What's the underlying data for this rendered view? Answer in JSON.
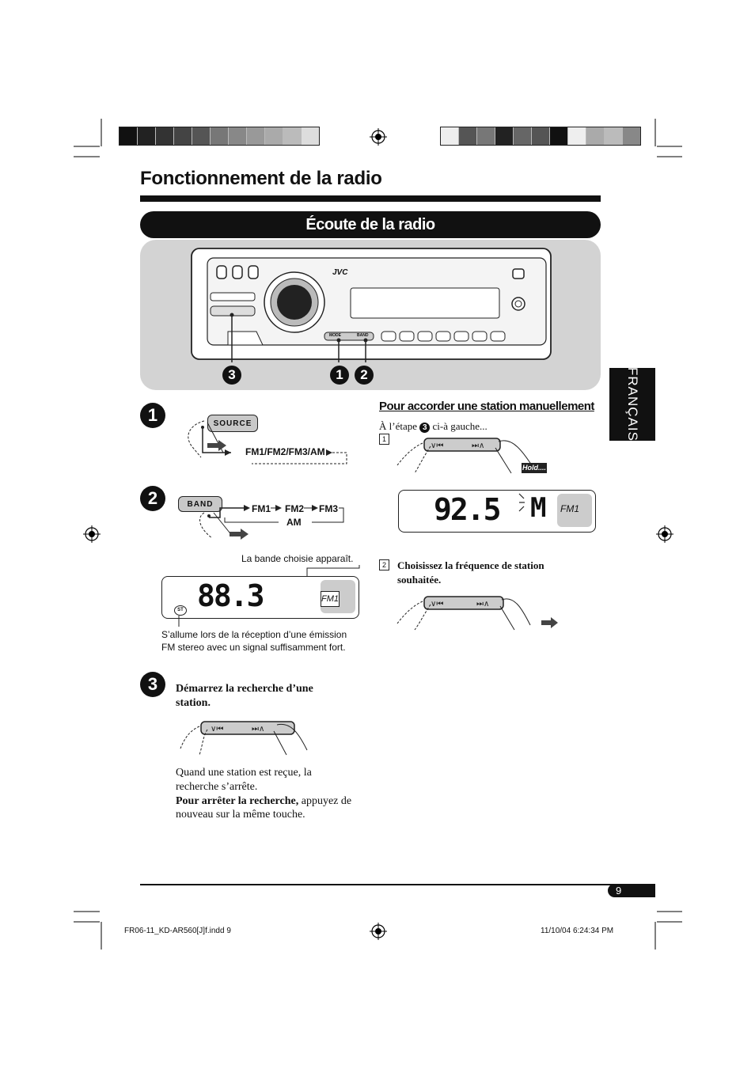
{
  "header": {
    "page_title": "Fonctionnement de la radio",
    "section_title": "Écoute de la radio",
    "language_tab": "FRANÇAIS",
    "swatches_left": [
      "#111111",
      "#222222",
      "#333333",
      "#444444",
      "#555555",
      "#777777",
      "#888888",
      "#999999",
      "#aaaaaa",
      "#bbbbbb",
      "#dddddd"
    ],
    "swatches_right": [
      "#eeeeee",
      "#555555",
      "#777777",
      "#222222",
      "#666666",
      "#555555",
      "#111111",
      "#eeeeee",
      "#aaaaaa",
      "#bbbbbb",
      "#888888"
    ]
  },
  "device": {
    "brand": "JVC",
    "mode_label": "MODE",
    "band_label": "BAND",
    "callouts": [
      "3",
      "1",
      "2"
    ]
  },
  "step1": {
    "number": "1",
    "button_label": "SOURCE",
    "sequence": "FM1/FM2/FM3/AM"
  },
  "step2": {
    "number": "2",
    "button_label": "BAND",
    "seq_fm1": "FM1",
    "seq_fm2": "FM2",
    "seq_fm3": "FM3",
    "seq_am": "AM",
    "band_caption": "La bande choisie apparaît.",
    "display_freq": "88.3",
    "display_band": "FM1",
    "st_indicator": "ST",
    "stereo_caption_line1": "S’allume lors de la réception d’une émission",
    "stereo_caption_line2": "FM stereo avec un signal suffisamment fort."
  },
  "step3": {
    "number": "3",
    "heading_line1": "Démarrez la recherche d’une",
    "heading_line2": "station.",
    "text_line1": "Quand une station est reçue, la",
    "text_line2": "recherche s’arrête.",
    "stop_bold": "Pour arrêter la recherche,",
    "stop_rest": " appuyez de",
    "stop_line2": "nouveau sur la même touche."
  },
  "manual": {
    "heading": "Pour accorder une station manuellement",
    "intro_pre": "À l’étape",
    "intro_step": "3",
    "intro_post": "ci-à gauche...",
    "sub1": "1",
    "hold": "Hold....",
    "display_freq": "92.5",
    "display_m": "M",
    "display_band": "FM1",
    "sub2": "2",
    "sub2_line1": "Choisissez la fréquence de station",
    "sub2_line2": "souhaitée."
  },
  "footer": {
    "page_number": "9",
    "file_info": "FR06-11_KD-AR560[J]f.indd   9",
    "timestamp": "11/10/04   6:24:34 PM"
  }
}
